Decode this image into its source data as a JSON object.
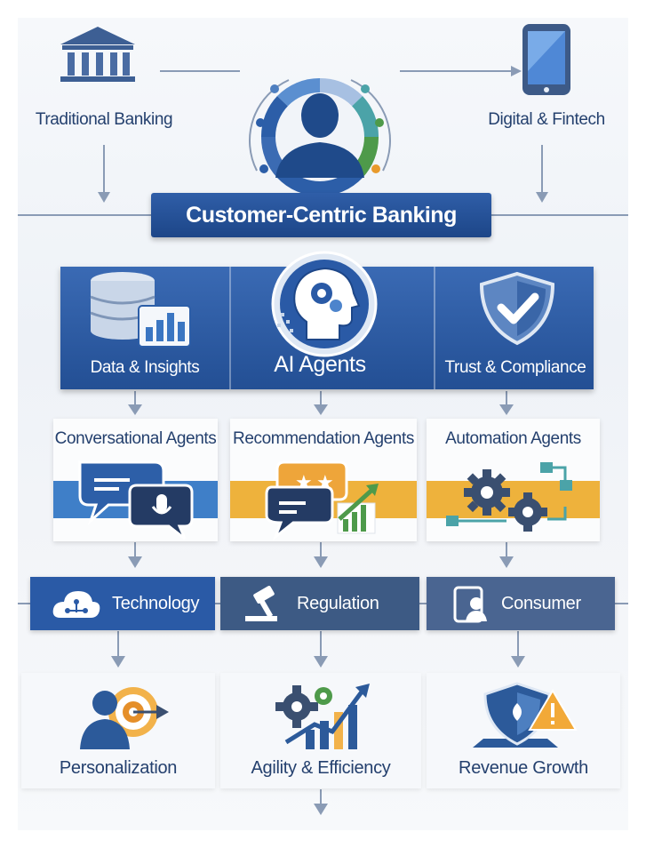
{
  "top": {
    "left_label": "Traditional Banking",
    "right_label": "Digital & Fintech",
    "banner": "Customer-Centric Banking"
  },
  "pillars": [
    {
      "label": "Data & Insights",
      "icon": "database-chart-icon"
    },
    {
      "label": "AI Agents",
      "icon": "ai-head-icon"
    },
    {
      "label": "Trust & Compliance",
      "icon": "shield-check-icon"
    }
  ],
  "agents": [
    {
      "label": "Conversational Agents",
      "icon": "chat-bubbles-icon",
      "accent": "#3f7fc8"
    },
    {
      "label": "Recommendation Agents",
      "icon": "rating-chart-icon",
      "accent": "#eeb23c"
    },
    {
      "label": "Automation Agents",
      "icon": "gears-workflow-icon",
      "accent": "#eeb23c"
    }
  ],
  "drivers": [
    {
      "label": "Technology",
      "icon": "cloud-network-icon",
      "color": "#2a5aa6"
    },
    {
      "label": "Regulation",
      "icon": "gavel-icon",
      "color": "#3d5a84"
    },
    {
      "label": "Consumer",
      "icon": "user-device-icon",
      "color": "#4a6591"
    }
  ],
  "outcomes": [
    {
      "label": "Personalization",
      "icon": "person-target-icon"
    },
    {
      "label": "Agility & Efficiency",
      "icon": "gear-growth-icon"
    },
    {
      "label": "Revenue Growth",
      "icon": "shield-warning-icon"
    }
  ],
  "colors": {
    "primary": "#24406e",
    "banner": "#234f94",
    "accent_orange": "#eeb23c",
    "accent_green": "#4e9a4a",
    "accent_teal": "#4ba3a8"
  }
}
